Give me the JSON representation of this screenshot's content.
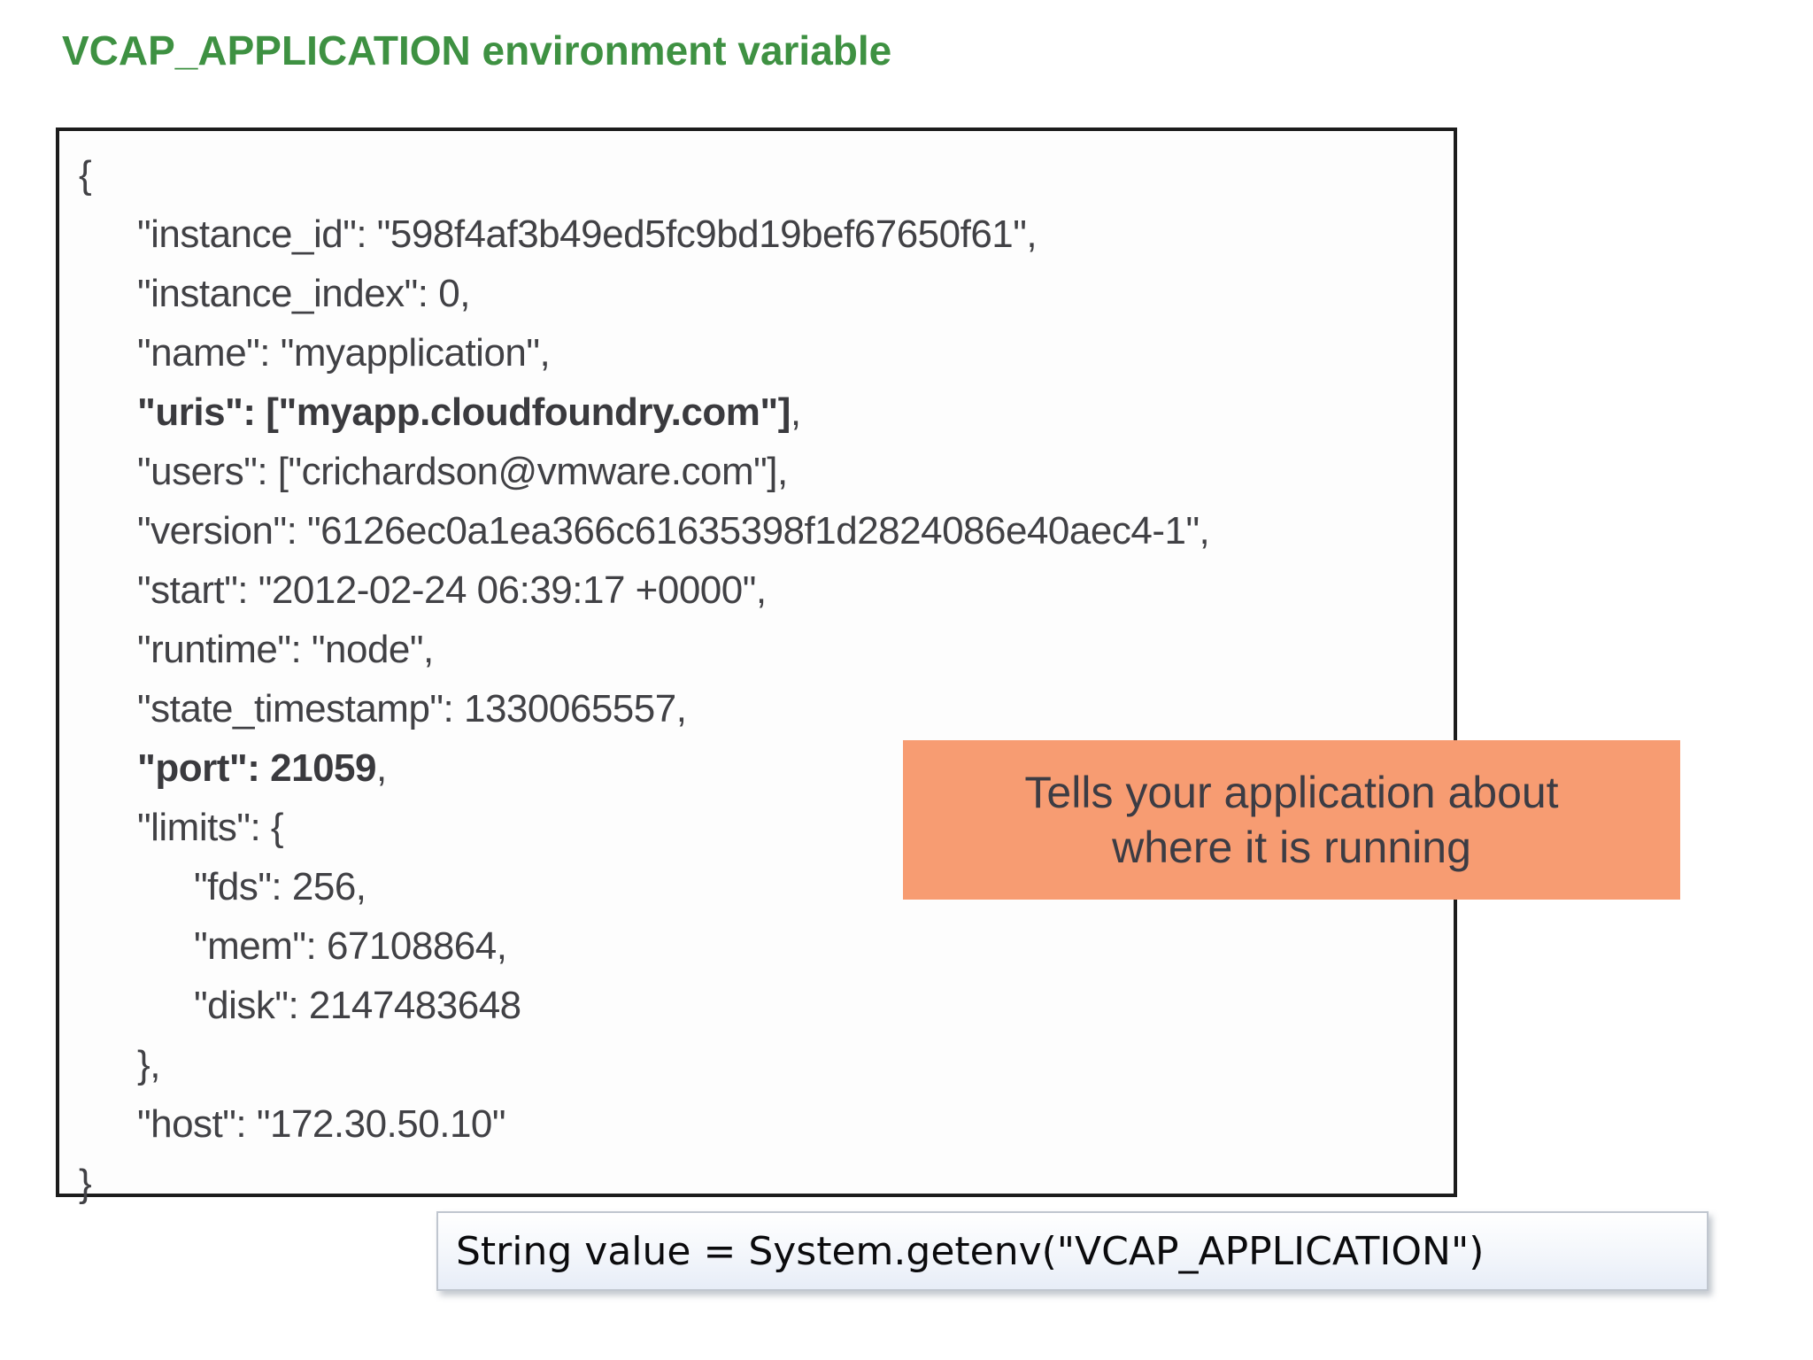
{
  "title": "VCAP_APPLICATION environment variable",
  "accent_colors": {
    "title_green": "#3e9142",
    "callout_orange": "#f79c72",
    "json_text_gray": "#414145"
  },
  "json_box": {
    "lines": [
      {
        "text": "{",
        "indent": 0,
        "bold": false
      },
      {
        "text": "\"instance_id\": \"598f4af3b49ed5fc9bd19bef67650f61\",",
        "indent": 1,
        "bold": false
      },
      {
        "text": "\"instance_index\": 0,",
        "indent": 1,
        "bold": false
      },
      {
        "text": "\"name\": \"myapplication\",",
        "indent": 1,
        "bold": false
      },
      {
        "text": "\"uris\": [\"myapp.cloudfoundry.com\"]",
        "suffix": ",",
        "indent": 1,
        "bold": true
      },
      {
        "text": "\"users\": [\"crichardson@vmware.com\"],",
        "indent": 1,
        "bold": false
      },
      {
        "text": "\"version\": \"6126ec0a1ea366c61635398f1d2824086e40aec4-1\",",
        "indent": 1,
        "bold": false
      },
      {
        "text": "\"start\": \"2012-02-24 06:39:17 +0000\",",
        "indent": 1,
        "bold": false
      },
      {
        "text": "\"runtime\": \"node\",",
        "indent": 1,
        "bold": false
      },
      {
        "text": "\"state_timestamp\": 1330065557,",
        "indent": 1,
        "bold": false
      },
      {
        "text": "\"port\": 21059",
        "suffix": ",",
        "indent": 1,
        "bold": true
      },
      {
        "text": "\"limits\": {",
        "indent": 1,
        "bold": false
      },
      {
        "text": "\"fds\": 256,",
        "indent": 2,
        "bold": false
      },
      {
        "text": "\"mem\": 67108864,",
        "indent": 2,
        "bold": false
      },
      {
        "text": "\"disk\": 2147483648",
        "indent": 2,
        "bold": false
      },
      {
        "text": "},",
        "indent": 1,
        "bold": false
      },
      {
        "text": "\"host\": \"172.30.50.10\"",
        "indent": 1,
        "bold": false
      },
      {
        "text": "}",
        "indent": 0,
        "bold": false
      }
    ]
  },
  "callout": {
    "line1": "Tells your application about",
    "line2": "where it is running"
  },
  "code_snippet": "String value = System.getenv(\"VCAP_APPLICATION\")"
}
